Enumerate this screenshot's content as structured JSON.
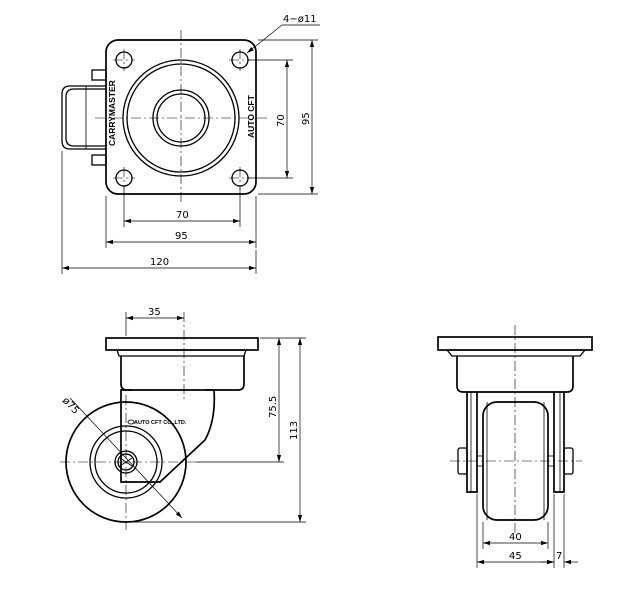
{
  "top_view": {
    "hole_spec": "4−ø11",
    "dims": {
      "bolt_w": "70",
      "bolt_h": "70",
      "plate_w": "95",
      "plate_h": "95",
      "overall_w": "120"
    },
    "labels": {
      "left_brand": "CARRYMASTER",
      "right_brand": "AUTO CFT"
    }
  },
  "side_view": {
    "dims": {
      "offset": "35",
      "wheel_dia": "ø75",
      "axle_height": "75.5",
      "total_height": "113"
    },
    "labels": {
      "fork_label": "AUTO CFT CO.,LTD."
    }
  },
  "front_view": {
    "dims": {
      "wheel_width": "40",
      "fork_width": "45",
      "side_clear": "7"
    }
  }
}
